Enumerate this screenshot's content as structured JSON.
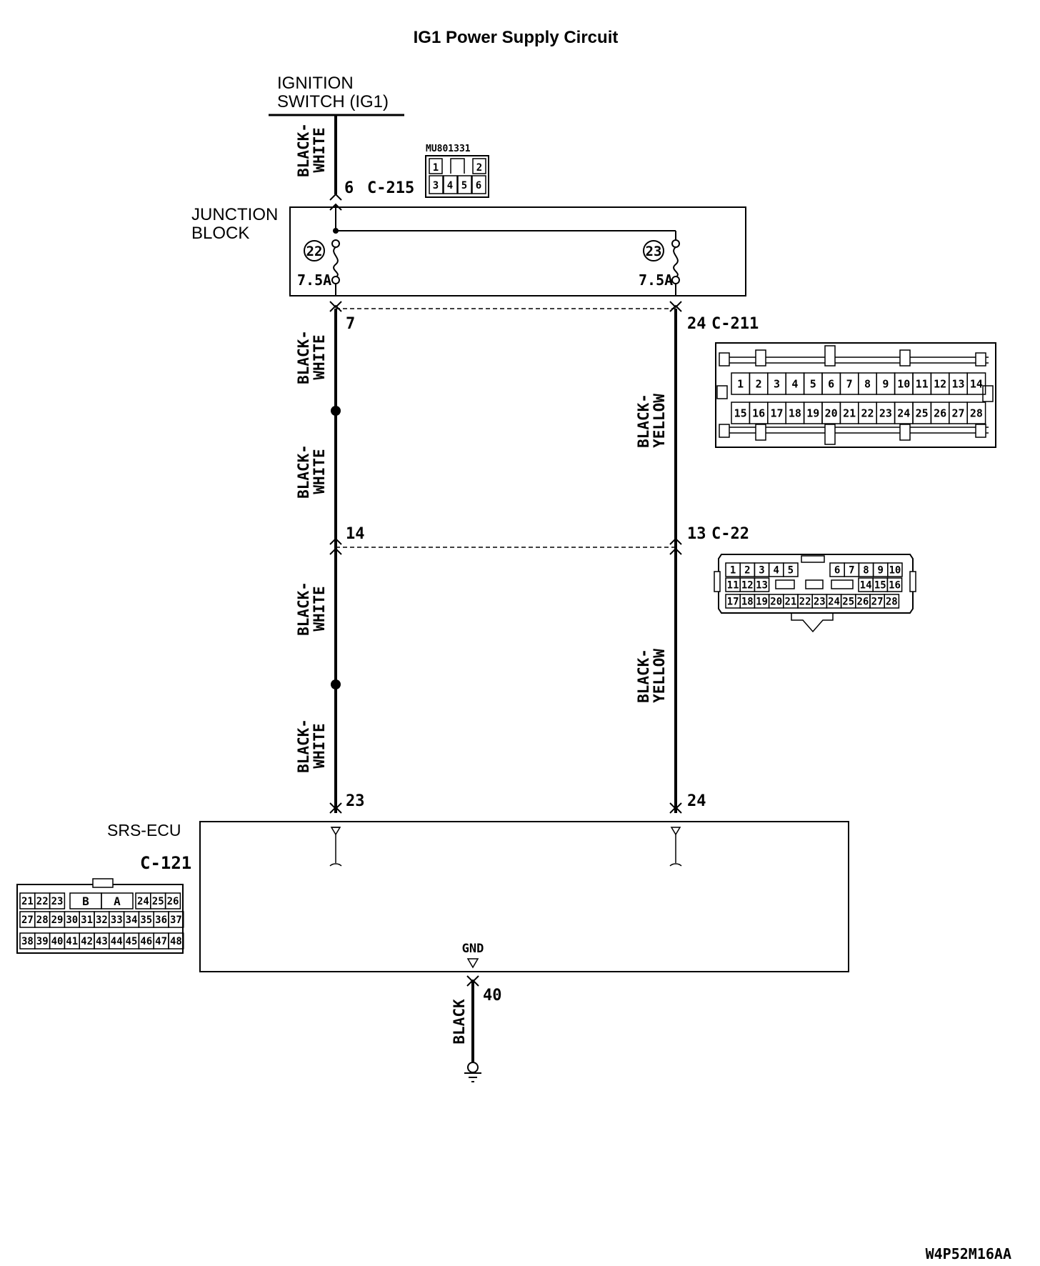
{
  "title": "IG1 Power Supply Circuit",
  "figure_code": "W4P52M16AA",
  "ignition_switch": {
    "line1": "IGNITION",
    "line2": "SWITCH (IG1)"
  },
  "junction_block": {
    "line1": "JUNCTION",
    "line2": "BLOCK",
    "fuse_left": {
      "number": "22",
      "rating": "7.5A"
    },
    "fuse_right": {
      "number": "23",
      "rating": "7.5A"
    }
  },
  "wires": {
    "left_color_line1": "BLACK-",
    "left_color_line2": "WHITE",
    "right_color_line1": "BLACK-",
    "right_color_line2": "YELLOW",
    "ground_color": "BLACK"
  },
  "terminals": {
    "c215_pin": "6",
    "c215_name": "C-215",
    "jb_left_out": "7",
    "c211_pin": "24",
    "c211_name": "C-211",
    "left_mid": "14",
    "c22_pin": "13",
    "c22_name": "C-22",
    "ecu_left": "23",
    "ecu_right": "24",
    "ground_pin": "40"
  },
  "srs_ecu": {
    "label": "SRS-ECU",
    "connector": "C-121",
    "gnd_label": "GND"
  },
  "connector_c215": {
    "part_number": "MU801331",
    "row1": [
      "1",
      "2"
    ],
    "row2": [
      "3",
      "4",
      "5",
      "6"
    ]
  },
  "connector_c211": {
    "row1": [
      "1",
      "2",
      "3",
      "4",
      "5",
      "6",
      "7",
      "8",
      "9",
      "10",
      "11",
      "12",
      "13",
      "14"
    ],
    "row2": [
      "15",
      "16",
      "17",
      "18",
      "19",
      "20",
      "21",
      "22",
      "23",
      "24",
      "25",
      "26",
      "27",
      "28"
    ]
  },
  "connector_c22": {
    "row1_left": [
      "1",
      "2",
      "3",
      "4",
      "5"
    ],
    "row1_right": [
      "6",
      "7",
      "8",
      "9",
      "10"
    ],
    "row2_left": [
      "11",
      "12",
      "13"
    ],
    "row2_right": [
      "14",
      "15",
      "16"
    ],
    "row3": [
      "17",
      "18",
      "19",
      "20",
      "21",
      "22",
      "23",
      "24",
      "25",
      "26",
      "27",
      "28"
    ]
  },
  "connector_c121": {
    "row1_left": [
      "21",
      "22",
      "23"
    ],
    "row1_mid": [
      "B",
      "A"
    ],
    "row1_right": [
      "24",
      "25",
      "26"
    ],
    "row2": [
      "27",
      "28",
      "29",
      "30",
      "31",
      "32",
      "33",
      "34",
      "35",
      "36",
      "37"
    ],
    "row3": [
      "38",
      "39",
      "40",
      "41",
      "42",
      "43",
      "44",
      "45",
      "46",
      "47",
      "48"
    ]
  }
}
